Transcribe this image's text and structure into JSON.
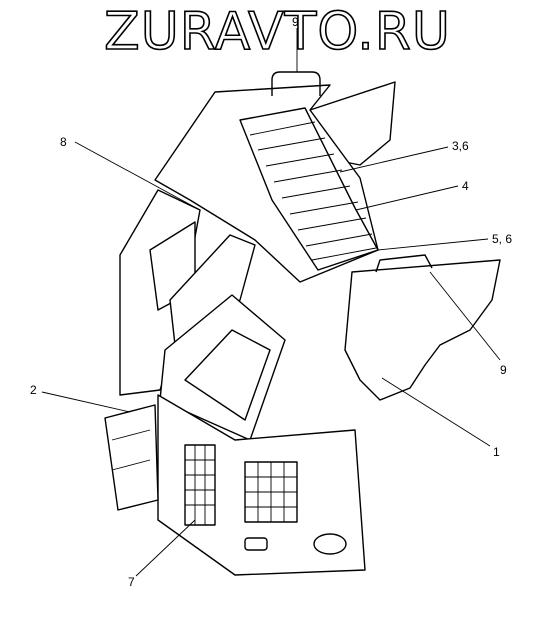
{
  "watermark": "ZURAVTO.RU",
  "callouts": [
    {
      "id": "c9a",
      "label": "9"
    },
    {
      "id": "c8",
      "label": "8"
    },
    {
      "id": "c36",
      "label": "3,6"
    },
    {
      "id": "c4",
      "label": "4"
    },
    {
      "id": "c56",
      "label": "5, 6"
    },
    {
      "id": "c9b",
      "label": "9"
    },
    {
      "id": "c2",
      "label": "2"
    },
    {
      "id": "c1",
      "label": "1"
    },
    {
      "id": "c7",
      "label": "7"
    }
  ]
}
